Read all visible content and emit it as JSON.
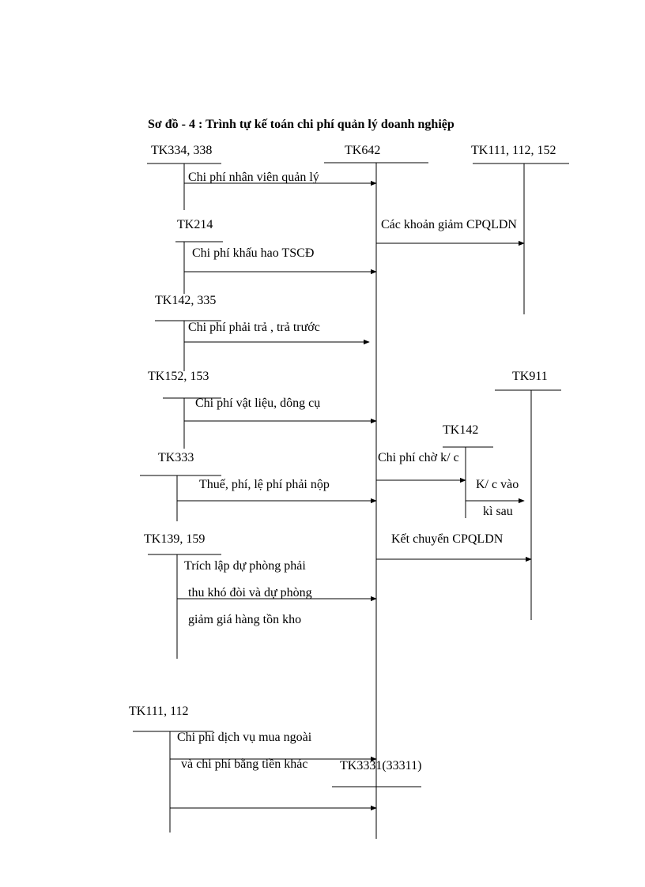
{
  "title": "Sơ đồ - 4   : Trình tự kế toán chi phí quản lý doanh nghiệp",
  "accounts": {
    "tk334": "TK334, 338",
    "tk642": "TK642",
    "tk111_152": "TK111, 112, 152",
    "tk214": "TK214",
    "tk142_335": "TK142, 335",
    "tk152_153": "TK152, 153",
    "tk911": "TK911",
    "tk142": "TK142",
    "tk333": "TK333",
    "tk139_159": "TK139, 159",
    "tk111_112": "TK111, 112",
    "tk3331": "TK3331(33311)"
  },
  "entries": {
    "staff": "Chi phí nhân viên  quản lý",
    "reductions": "Các khoản giảm  CPQLDN",
    "depreciation": "Chi phí khấu hao TSCĐ",
    "payable_prepaid": "Chi phí phải trả , trả trước",
    "materials": "Chi phí vật liệu,  dông cụ",
    "pending_transfer": "Chi phí chờ k/ c",
    "taxes": "Thuế, phí, lệ phí phải nộp",
    "next_period_1": "K/ c vào",
    "next_period_2": "kì sau",
    "transfer": "Kết chuyển CPQLDN",
    "provision_1": "Trích lập  dự phòng phải",
    "provision_2": "thu khó đòi và dự phòng",
    "provision_3": "giảm  giá hàng tồn kho",
    "outsourced_1": "Chi phí dịch vụ mua ngoài",
    "outsourced_2": "và chi phí bằng tiền khác"
  }
}
